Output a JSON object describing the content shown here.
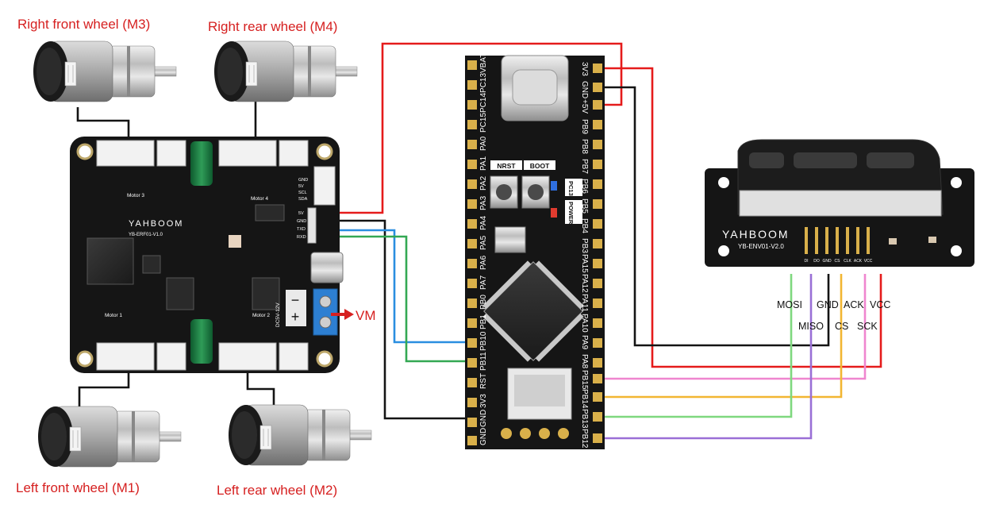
{
  "labels": {
    "right_front_wheel": "Right front wheel (M3)",
    "right_rear_wheel": "Right rear wheel (M4)",
    "left_front_wheel": "Left front wheel (M1)",
    "left_rear_wheel": "Left rear wheel (M2)",
    "vm": "VM"
  },
  "driver_board": {
    "brand": "YAHBOOM",
    "model": "YB-ERF01-V1.0",
    "motor_labels": [
      "Motor 3",
      "Motor 4",
      "Motor 1",
      "Motor 2"
    ],
    "header_pins": [
      "GND",
      "5V",
      "SCL",
      "SDA",
      "5V",
      "GND",
      "TXD",
      "RXD"
    ],
    "power_label": "DC5V-12V"
  },
  "stm32_board": {
    "left_pins": [
      "VBAT",
      "PC13",
      "PC14",
      "PC15",
      "PA0",
      "PA1",
      "PA2",
      "PA3",
      "PA4",
      "PA5",
      "PA6",
      "PA7",
      "PB0",
      "PB1",
      "PB10",
      "PB11",
      "RST",
      "3V3",
      "GND",
      "GND"
    ],
    "right_pins": [
      "3V3",
      "GND",
      "+5V",
      "PB9",
      "PB8",
      "PB7",
      "PB6",
      "PB5",
      "PB4",
      "PB3",
      "PA15",
      "PA12",
      "PA11",
      "PA10",
      "PA9",
      "PA8",
      "PB15",
      "PB14",
      "PB13",
      "PB12"
    ],
    "buttons": [
      "NRST",
      "BOOT"
    ],
    "led_labels": [
      "PC13",
      "POWER"
    ]
  },
  "receiver_board": {
    "brand": "YAHBOOM",
    "model": "YB-ENV01-V2.0",
    "pins_top": [
      "MOSI",
      "GND",
      "ACK",
      "VCC"
    ],
    "pins_bottom": [
      "MISO",
      "CS",
      "SCK"
    ],
    "header_pins": [
      "DI",
      "DO",
      "GND",
      "CS",
      "CLK",
      "ACK",
      "VCC"
    ]
  },
  "colors": {
    "red": "#e51b1b",
    "black": "#141414",
    "blue": "#2a8ee0",
    "green": "#33a853",
    "pink": "#ef86cf",
    "yellow": "#f2b632",
    "light_green": "#7fd87f",
    "purple": "#9a6fd6",
    "pcb": "#151515",
    "label_red": "#d62020"
  }
}
